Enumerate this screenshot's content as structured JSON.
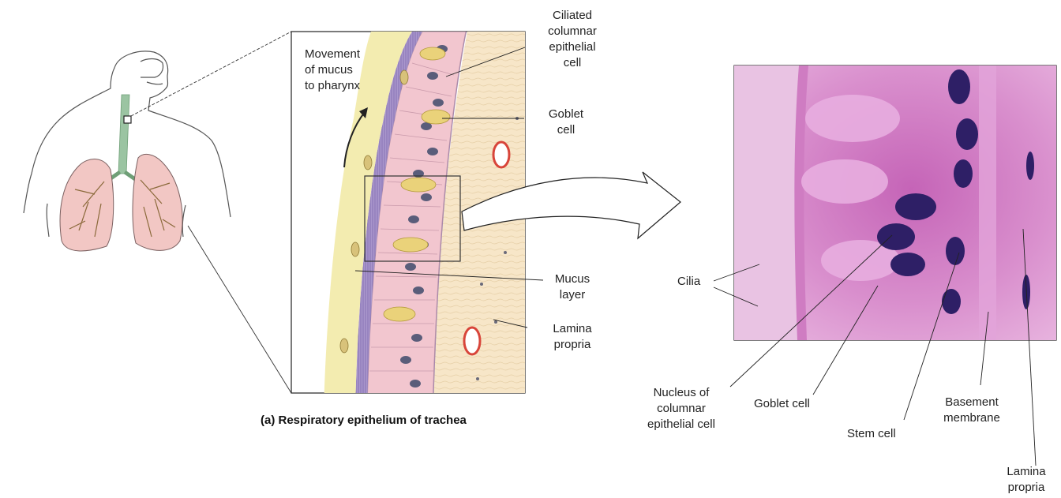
{
  "labels": {
    "movement": "Movement\nof mucus\nto pharynx",
    "ciliated": "Ciliated\ncolumnar\nepithelial\ncell",
    "goblet_a": "Goblet\ncell",
    "mucus": "Mucus\nlayer",
    "lamina_a": "Lamina\npropria",
    "cilia": "Cilia",
    "nucleus": "Nucleus of\ncolumnar\nepithelial cell",
    "goblet_b": "Goblet cell",
    "stem": "Stem cell",
    "basement": "Basement\nmembrane",
    "lamina_b": "Lamina\npropria"
  },
  "caption": "(a) Respiratory epithelium of trachea",
  "colors": {
    "cell_pink": "#f2c6cf",
    "cilia_purple": "#9c87c2",
    "mucus_yellow": "#f3ecb0",
    "goblet_yellow": "#ead27a",
    "nucleus": "#5a5d7a",
    "lamina": "#f7e6c8",
    "vessel_red": "#d8453a",
    "micro_pink": "#d77fc4",
    "micro_nucleus": "#2e1f66",
    "lung_pink": "#f2c7c4"
  }
}
